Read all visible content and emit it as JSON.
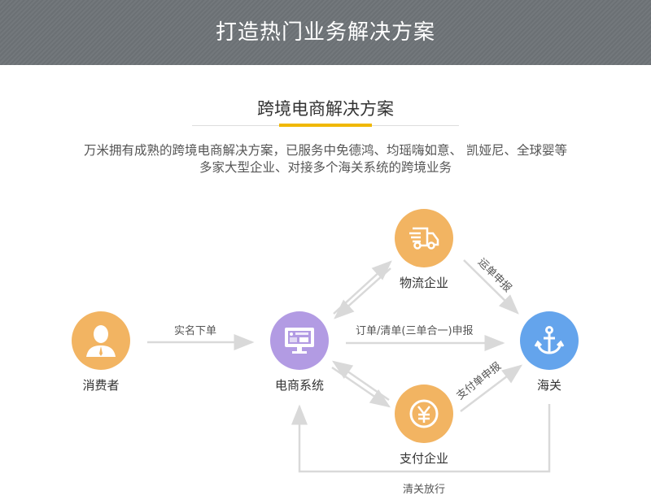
{
  "banner": {
    "title": "打造热门业务解决方案"
  },
  "section": {
    "title": "跨境电商解决方案",
    "description_line1": "万米拥有成熟的跨境电商解决方案，已服务中免德鸿、均瑶嗨如意、 凯娅尼、全球婴等",
    "description_line2": "多家大型企业、对接多个海关系统的跨境业务"
  },
  "nodes": {
    "consumer": "消费者",
    "ecommerce": "电商系统",
    "logistics": "物流企业",
    "payment": "支付企业",
    "customs": "海关"
  },
  "edges": {
    "real_name_order": "实名下单",
    "order_declare": "订单/清单(三单合一)申报",
    "waybill_declare": "运单申报",
    "payment_declare": "支付单申报",
    "clearance": "清关放行"
  },
  "colors": {
    "orange": "#f2b462",
    "purple": "#b29be3",
    "blue": "#64a4ec",
    "arrow": "#d9d9d9"
  }
}
